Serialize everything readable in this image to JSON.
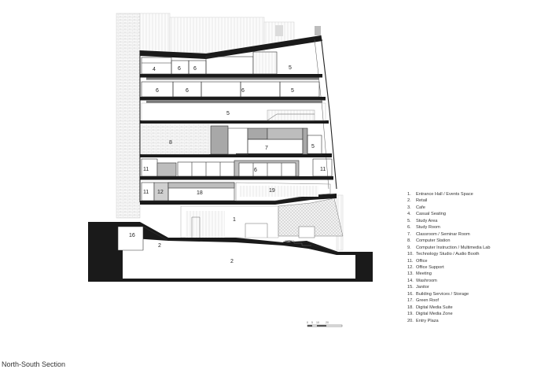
{
  "title": "North-South Section",
  "legend": [
    {
      "num": "1.",
      "label": "Entrance Hall / Events Space"
    },
    {
      "num": "2.",
      "label": "Retail"
    },
    {
      "num": "3.",
      "label": "Cafe"
    },
    {
      "num": "4.",
      "label": "Casual Seating"
    },
    {
      "num": "5.",
      "label": "Study Area"
    },
    {
      "num": "6.",
      "label": "Study Room"
    },
    {
      "num": "7.",
      "label": "Classroom / Seminar Room"
    },
    {
      "num": "8.",
      "label": "Computer Station"
    },
    {
      "num": "9.",
      "label": "Computer Instruction / Multimedia Lab"
    },
    {
      "num": "10.",
      "label": "Technology Studio / Audio Booth"
    },
    {
      "num": "11.",
      "label": "Office"
    },
    {
      "num": "12.",
      "label": "Office Support"
    },
    {
      "num": "13.",
      "label": "Meeting"
    },
    {
      "num": "14.",
      "label": "Washroom"
    },
    {
      "num": "15.",
      "label": "Janitor"
    },
    {
      "num": "16.",
      "label": "Building Services / Storage"
    },
    {
      "num": "17.",
      "label": "Green Roof"
    },
    {
      "num": "18.",
      "label": "Digital Media Suite"
    },
    {
      "num": "19.",
      "label": "Digital Media Zone"
    },
    {
      "num": "20.",
      "label": "Entry Plaza"
    }
  ],
  "room_labels": {
    "r4": "4",
    "r6a": "6",
    "r6b": "6",
    "r5a": "5",
    "r6c": "6",
    "r6d": "6",
    "r6e": "6",
    "r5b": "5",
    "r5c": "5",
    "r8": "8",
    "r7": "7",
    "r5d": "5",
    "r11a": "11",
    "r6f": "6",
    "r11b": "11",
    "r11c": "11",
    "r12": "12",
    "r18": "18",
    "r19": "19",
    "r1": "1",
    "r16": "16",
    "r2a": "2",
    "r2b": "2"
  },
  "scale_bar": {
    "labels": [
      "0",
      "5",
      "10",
      "20"
    ]
  }
}
